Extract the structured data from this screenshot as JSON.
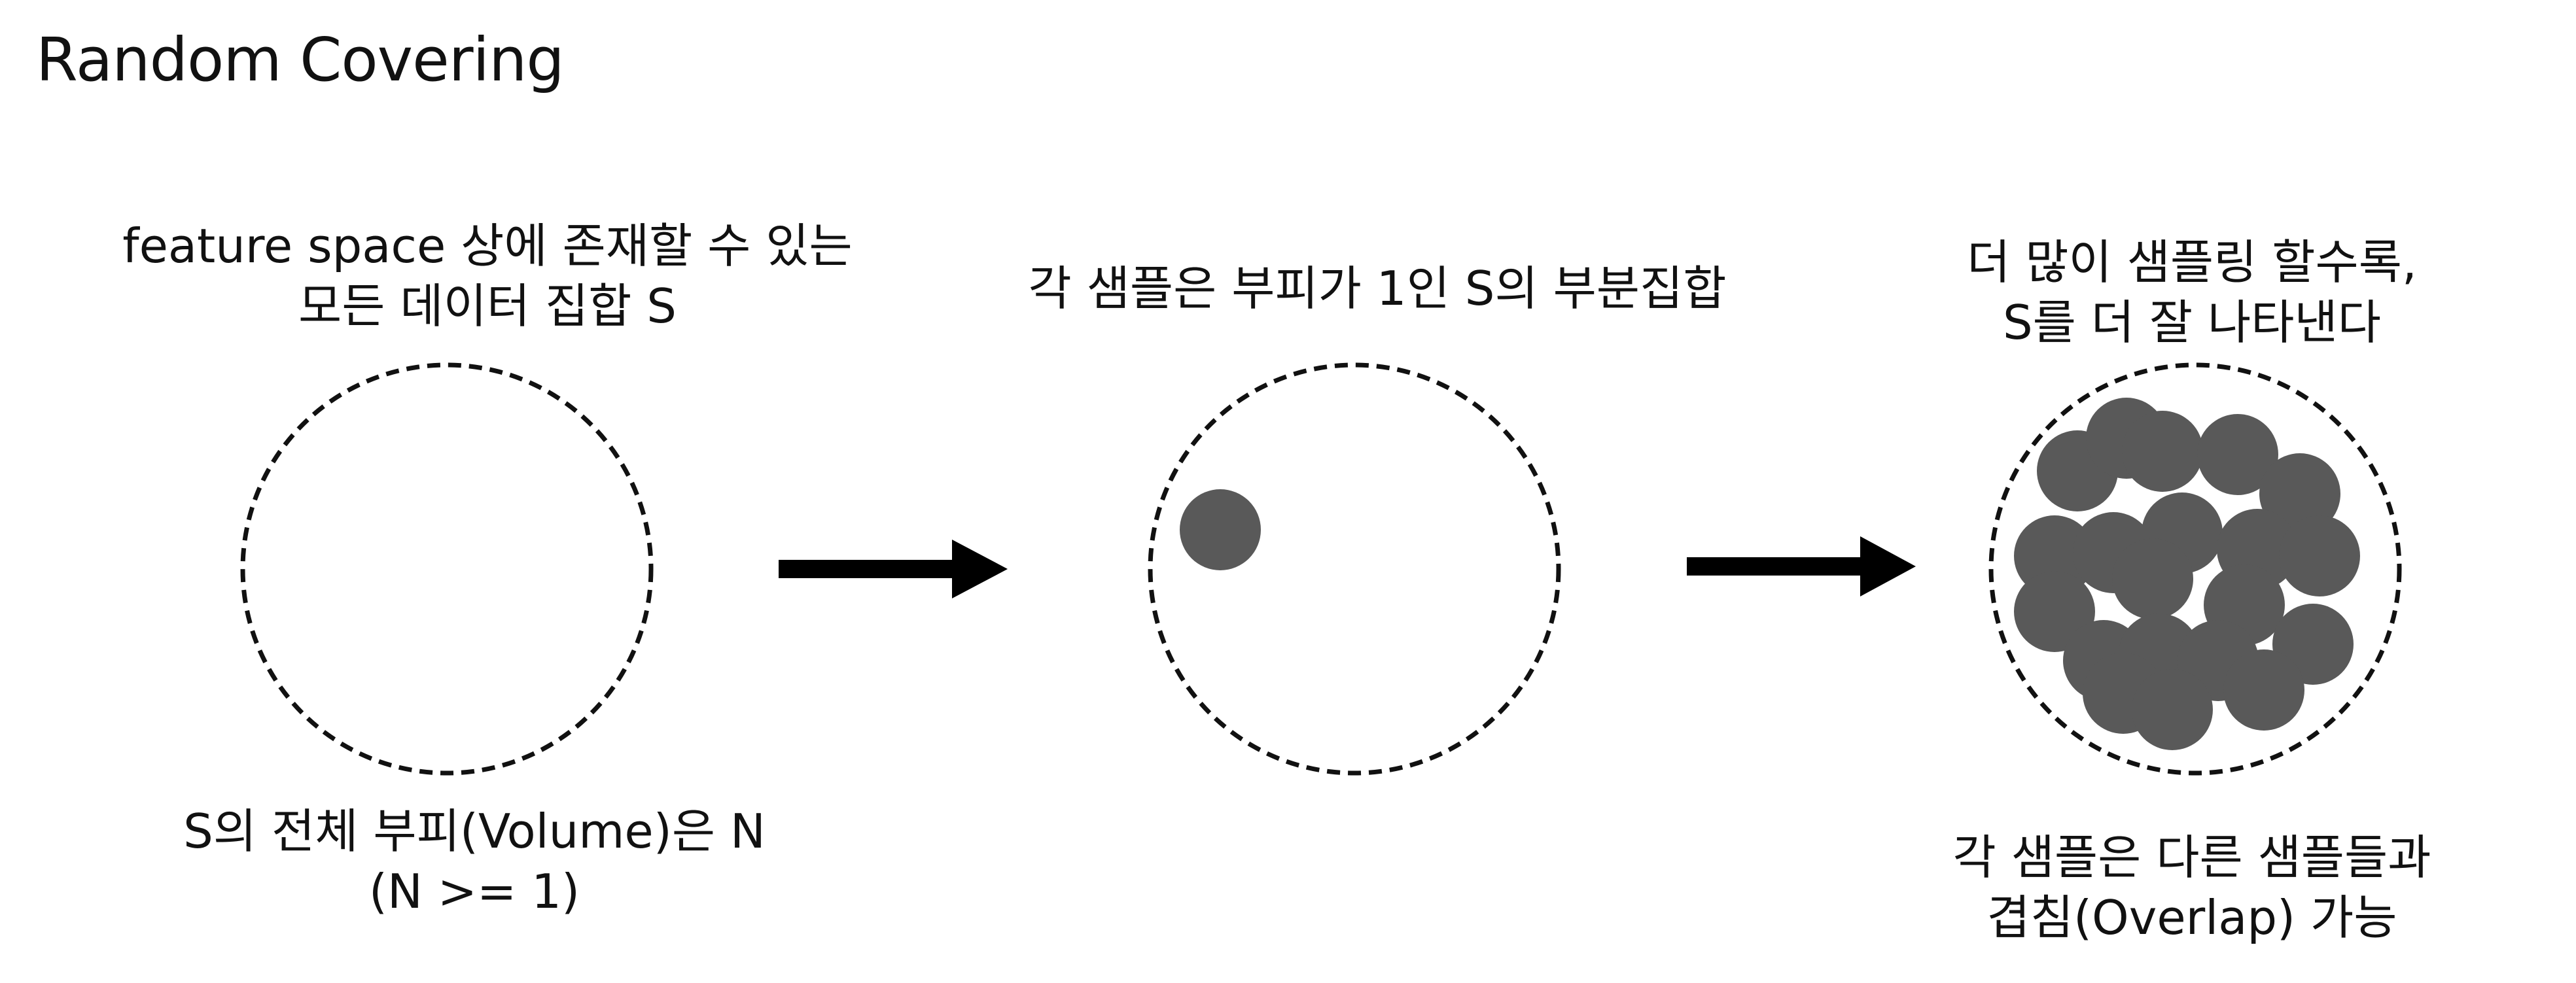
{
  "title": "Random Covering",
  "panels": [
    {
      "top_caption": [
        "feature space 상에 존재할 수 있는",
        "모든 데이터 집합 S"
      ],
      "bottom_caption": [
        "S의 전체 부피(Volume)은 N",
        "(N >= 1)"
      ]
    },
    {
      "top_caption": [
        "각 샘플은 부피가 1인 S의 부분집합"
      ],
      "bottom_caption": []
    },
    {
      "top_caption": [
        "더 많이 샘플링 할수록,",
        "S를 더 잘 나타낸다"
      ],
      "bottom_caption": [
        "각 샘플은 다른 샘플들과",
        "겹침(Overlap) 가능"
      ]
    }
  ],
  "colors": {
    "sample_fill": "#595959",
    "outline": "#111111",
    "arrow": "#000000"
  },
  "icons": [
    "arrow-right-icon",
    "arrow-right-icon"
  ]
}
